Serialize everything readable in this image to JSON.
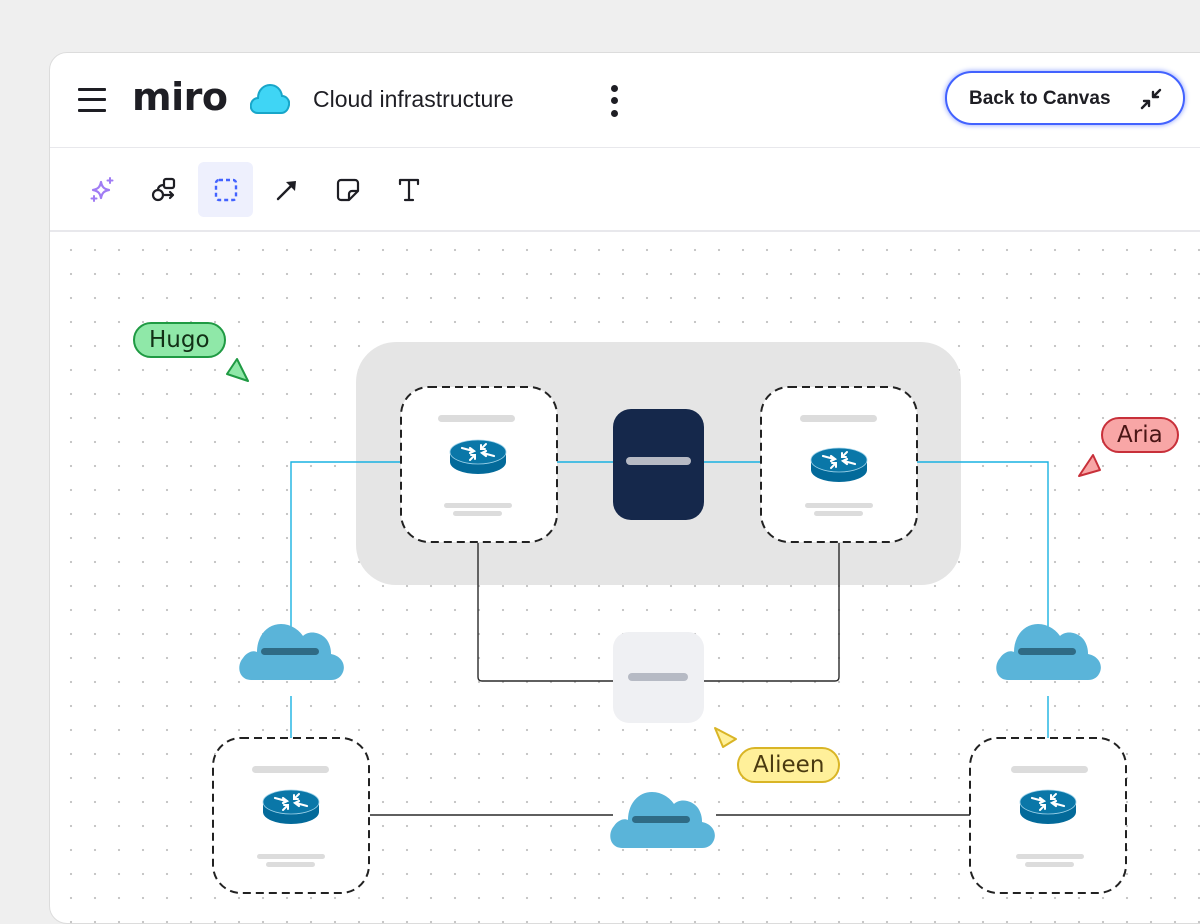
{
  "app": {
    "logo": "miro",
    "board_title": "Cloud infrastructure",
    "board_icon": "cloud-icon",
    "menu_icon": "hamburger-menu-icon",
    "more_icon": "vertical-dots-icon",
    "back_button": {
      "label": "Back to Canvas",
      "icon": "collapse-arrows-icon"
    },
    "accent_color": "#4262ff"
  },
  "toolbar": {
    "tools": [
      {
        "name": "ai-sparkle",
        "icon": "sparkle-icon",
        "active": false,
        "color": "#9b7cf0"
      },
      {
        "name": "shapes",
        "icon": "shapes-connector-icon",
        "active": false
      },
      {
        "name": "frame-select",
        "icon": "dashed-frame-icon",
        "active": true,
        "color": "#4262ff"
      },
      {
        "name": "arrow",
        "icon": "arrow-icon",
        "active": false
      },
      {
        "name": "sticky-note",
        "icon": "sticky-note-icon",
        "active": false
      },
      {
        "name": "text",
        "icon": "text-icon",
        "active": false
      }
    ]
  },
  "canvas": {
    "collaborators": [
      {
        "name": "Hugo",
        "fill": "#8fe8a8",
        "border": "#1f9a43",
        "text": "#123016"
      },
      {
        "name": "Aria",
        "fill": "#f8a6a6",
        "border": "#c8303a",
        "text": "#4a1515"
      },
      {
        "name": "Alieen",
        "fill": "#fff09a",
        "border": "#d9b526",
        "text": "#4a3a10"
      }
    ],
    "nodes": {
      "routers": [
        "router-top-left",
        "router-top-right",
        "router-bottom-left",
        "router-bottom-right"
      ],
      "clouds": [
        "cloud-left",
        "cloud-right",
        "cloud-bottom-center"
      ],
      "servers": [
        "server-dark-center",
        "server-light-center"
      ]
    },
    "colors": {
      "router": "#036a9a",
      "cloud": "#5ab4d9",
      "cloud_bar": "#2f6b85",
      "dark_node": "#15284b",
      "light_node": "#eff0f3",
      "group_bg": "#e5e5e5",
      "link_blue": "#19b2e2",
      "link_dark": "#2a2a2a"
    }
  }
}
